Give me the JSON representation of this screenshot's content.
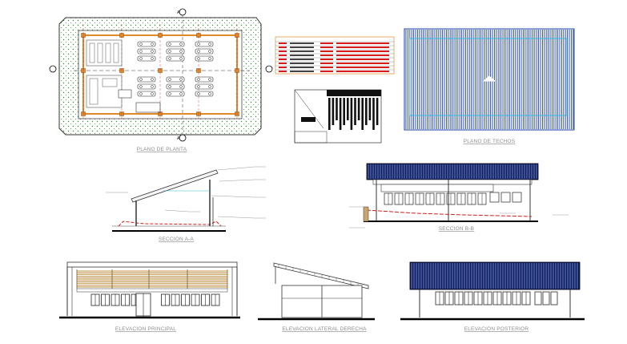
{
  "drawing": {
    "colors": {
      "site_green": "#2f8f2f",
      "wall_orange": "#e0892a",
      "section_red": "#d91c1c",
      "roof_blue": "#1a3fa8",
      "roof_cyan": "#36b7d9",
      "window_dark": "#262626",
      "louver_tan": "#c9a66b",
      "note_gray": "#9a9a9a"
    },
    "section_marker_label": "A",
    "titles": {
      "floor_plan": "PLANO DE PLANTA",
      "roof_plan": "PLANO DE TECHOS",
      "section_a": "SECCION A-A",
      "section_b": "SECCION B-B",
      "front_elevation": "ELEVACION PRINCIPAL",
      "side_elevation": "ELEVACION LATERAL DERECHA",
      "rear_elevation": "ELEVACION POSTERIOR"
    }
  }
}
